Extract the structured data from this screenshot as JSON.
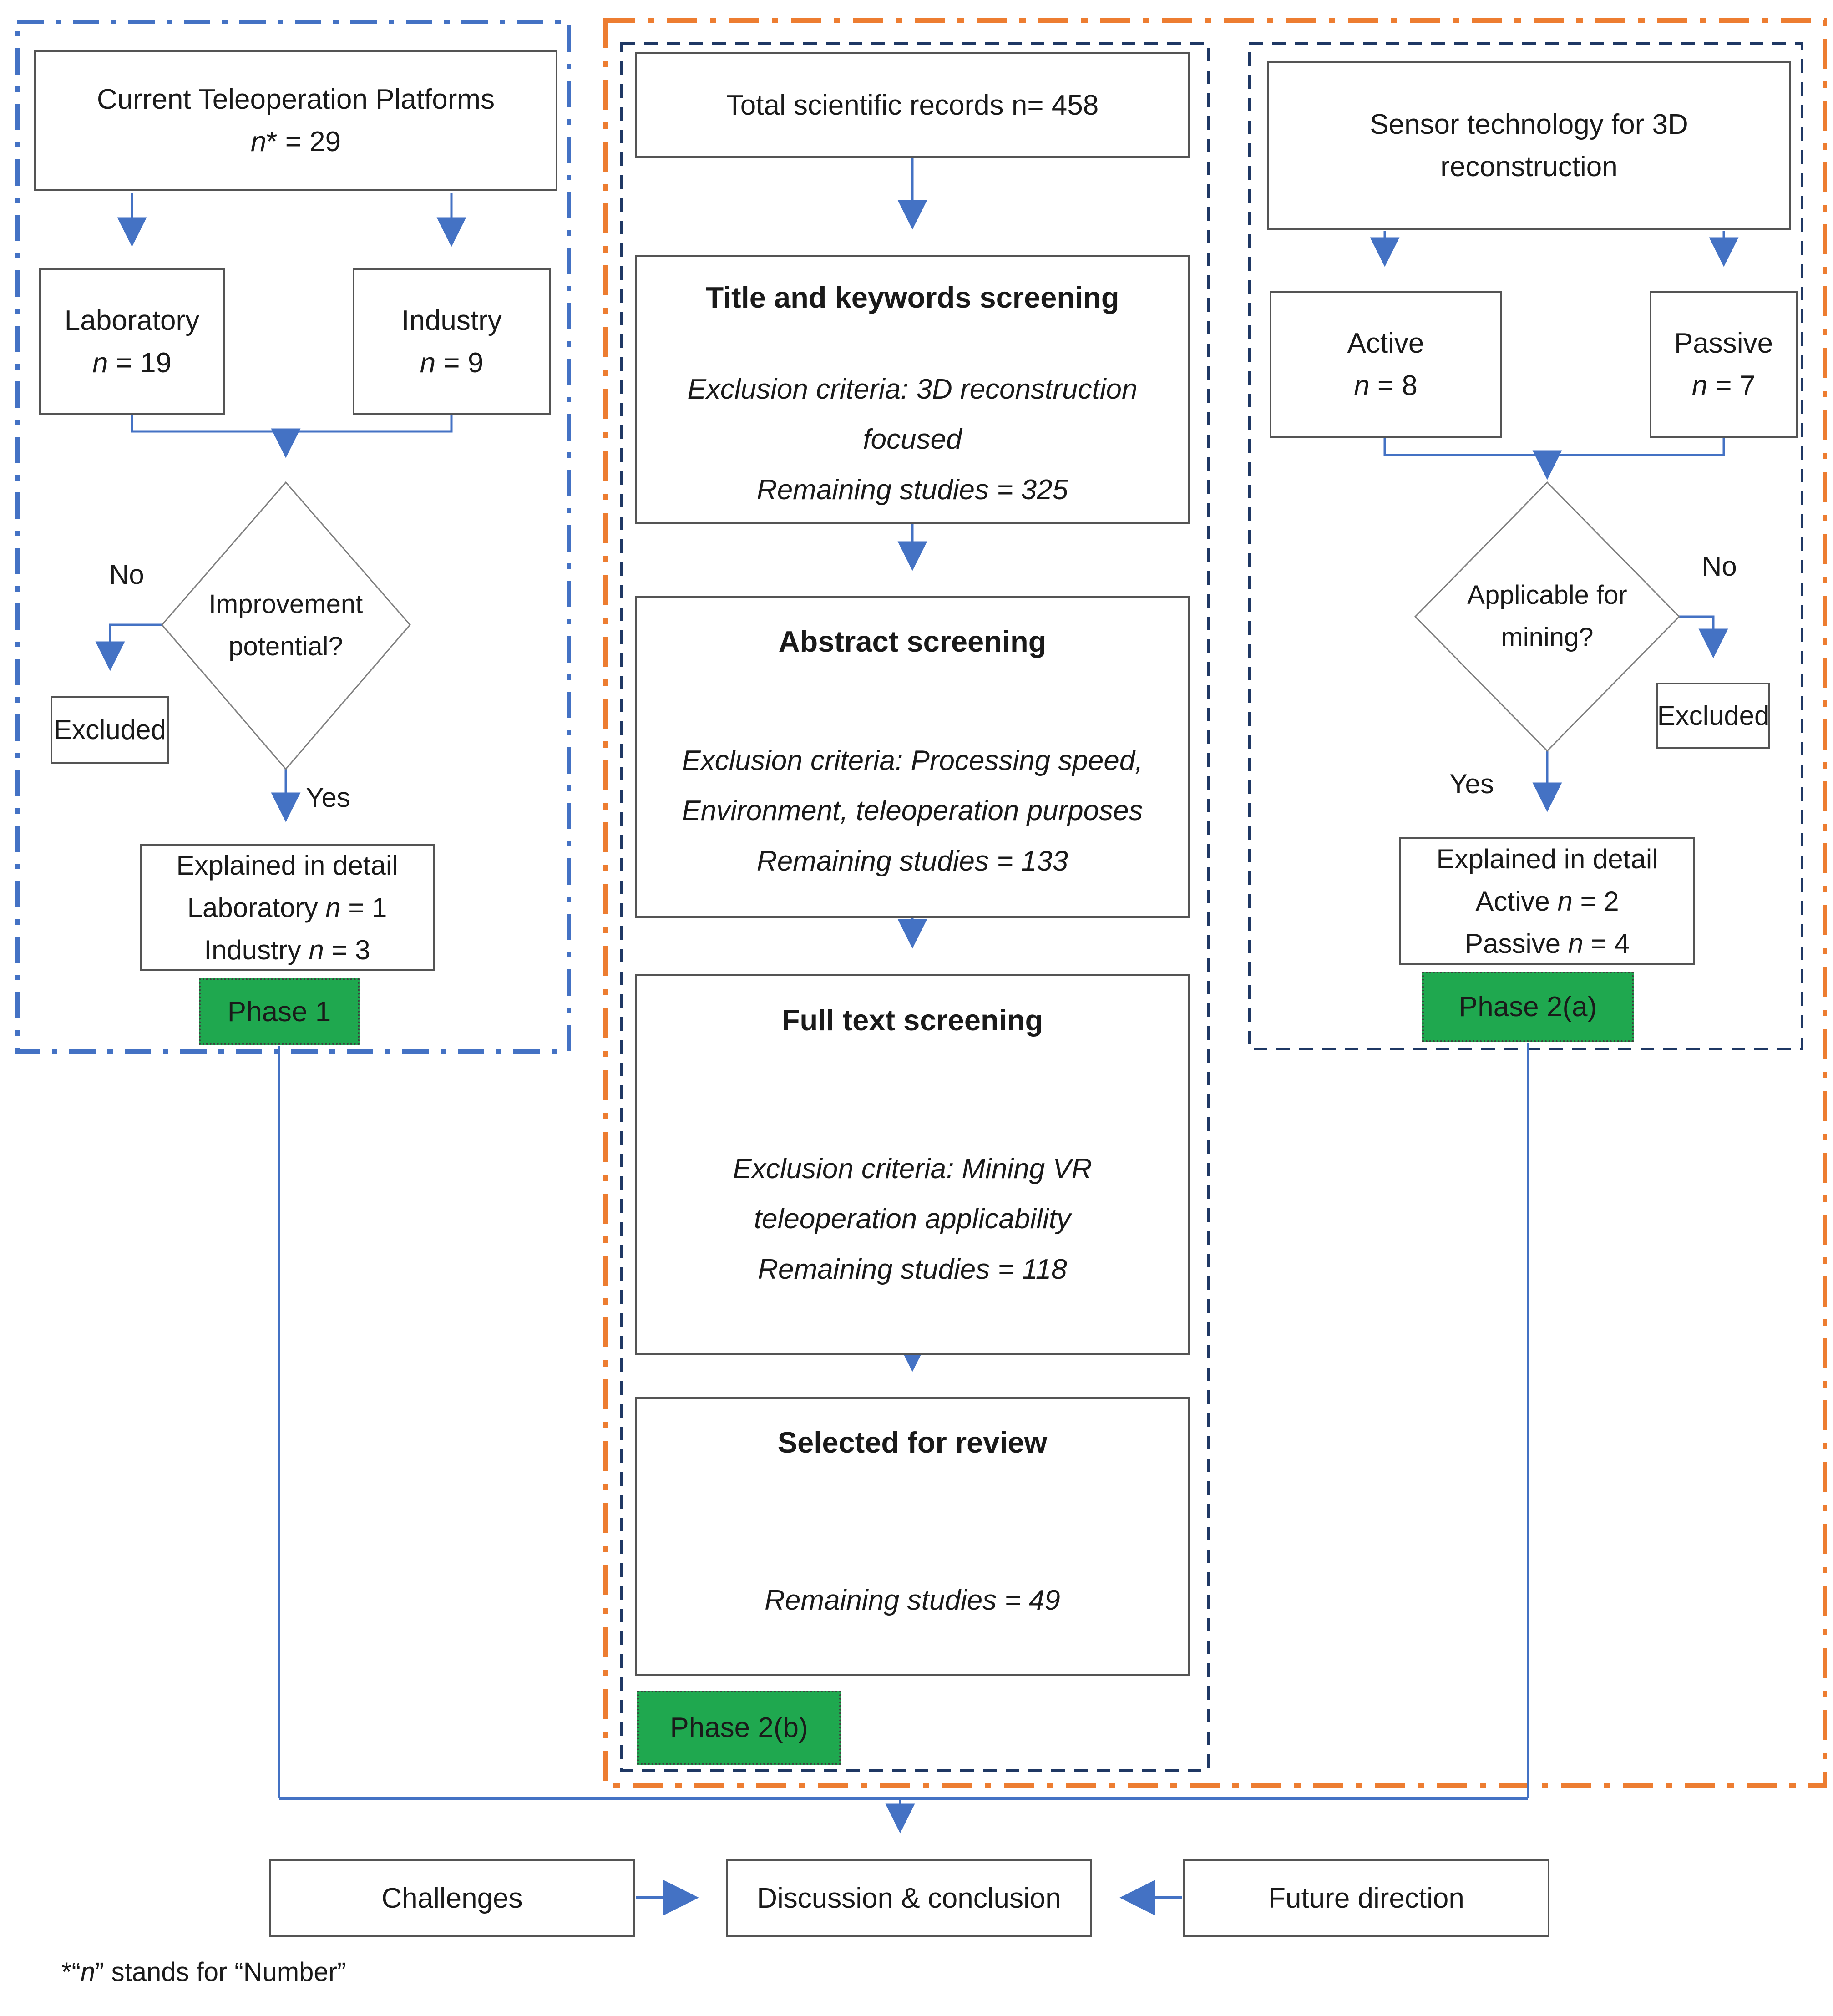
{
  "palette": {
    "line_blue": "#4472C4",
    "border_blue_dashdot": "#4472C4",
    "border_orange_dashdot": "#ED7D31",
    "border_navy_dashed": "#1F3864",
    "box_border_gray": "#545454",
    "diamond_border_gray": "#808080",
    "phase_green_fill": "#1FA84F"
  },
  "phase1": {
    "header_line1": "Current Teleoperation Platforms",
    "header_line2": [
      [
        "n",
        1
      ],
      [
        "* = 29",
        0
      ]
    ],
    "laboratory_line1": "Laboratory",
    "laboratory_line2": [
      [
        "n",
        1
      ],
      [
        " = 19",
        0
      ]
    ],
    "industry_line1": "Industry",
    "industry_line2": [
      [
        "n",
        1
      ],
      [
        " = 9",
        0
      ]
    ],
    "diamond_line1": "Improvement",
    "diamond_line2": "potential?",
    "no_label": "No",
    "yes_label": "Yes",
    "excluded_label": "Excluded",
    "explained_line1": "Explained in detail",
    "explained_line2": [
      [
        "Laboratory ",
        0
      ],
      [
        "n",
        1
      ],
      [
        " = 1",
        0
      ]
    ],
    "explained_line3": [
      [
        "Industry ",
        0
      ],
      [
        "n",
        1
      ],
      [
        " = 3",
        0
      ]
    ],
    "phase_label": "Phase 1"
  },
  "phase2b": {
    "total_records": "Total scientific records n= 458",
    "title_screening": {
      "header": "Title and keywords screening",
      "line1": "Exclusion criteria: 3D reconstruction",
      "line2": "focused",
      "line3": "Remaining studies = 325"
    },
    "abstract_screening": {
      "header": "Abstract screening",
      "line1": "Exclusion criteria: Processing speed,",
      "line2": "Environment, teleoperation purposes",
      "line3": "Remaining studies = 133"
    },
    "fulltext_screening": {
      "header": "Full text screening",
      "line1": "Exclusion criteria: Mining VR",
      "line2": "teleoperation applicability",
      "line3": "Remaining studies = 118"
    },
    "selected_review": {
      "header": "Selected for review",
      "line1": "Remaining studies = 49"
    },
    "phase_label": "Phase 2(b)"
  },
  "phase2a": {
    "header_line1": "Sensor technology for 3D",
    "header_line2": "reconstruction",
    "active_line1": "Active",
    "active_line2": [
      [
        "n",
        1
      ],
      [
        " = 8",
        0
      ]
    ],
    "passive_line1": "Passive",
    "passive_line2": [
      [
        "n",
        1
      ],
      [
        " = 7",
        0
      ]
    ],
    "diamond_line1": "Applicable for",
    "diamond_line2": "mining?",
    "no_label": "No",
    "yes_label": "Yes",
    "excluded_label": "Excluded",
    "explained_line1": "Explained in detail",
    "explained_line2": [
      [
        "Active ",
        0
      ],
      [
        "n",
        1
      ],
      [
        " = 2",
        0
      ]
    ],
    "explained_line3": [
      [
        "Passive ",
        0
      ],
      [
        "n",
        1
      ],
      [
        " = 4",
        0
      ]
    ],
    "phase_label": "Phase 2(a)"
  },
  "bottom": {
    "challenges": "Challenges",
    "discussion": "Discussion & conclusion",
    "future": "Future direction"
  },
  "footnote": [
    [
      "*“",
      0
    ],
    [
      "n",
      1
    ],
    [
      "” stands for “Number”",
      0
    ]
  ]
}
